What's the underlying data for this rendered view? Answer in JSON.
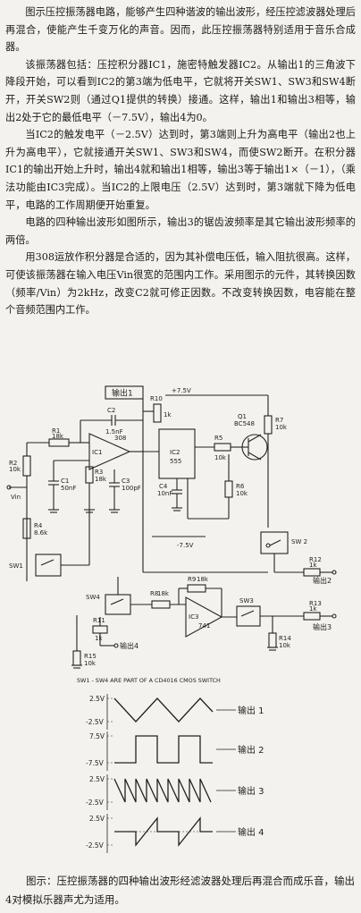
{
  "paragraphs": [
    "图示压控振荡器电路，能够产生四种谐波的输出波形，经压控滤波器处理后再混合，使能产生千变万化的声音。因而，此压控振荡器特别适用于音乐合成器。",
    "该振荡器包括：压控积分器IC1，施密特触发器IC2。从输出1的三角波下降段开始，可以看到IC2的第3端为低电平，它就将开关SW1、SW3和SW4断开，开关SW2则（通过Q1提供的转换）接通。这样，输出1和输出3相等，输出2处于它的最低电平（－7.5V），输出4为0。",
    "当IC2的触发电平（－2.5V）达到时，第3端则上升为高电平（输出2也上升为高电平），它就接通开关SW1、SW3和SW4，而使SW2断开。在积分器IC1的输出开始上升时，输出4就和输出1相等，输出3等于输出1×（－1），（乘法功能由IC3完成）。当IC2的上限电压（2.5V）达到时，第3端就下降为低电平，电路的工作周期便开始重复。",
    "电路的四种输出波形如图所示，输出3的锯齿波频率是其它输出波形频率的两倍。",
    "用308运放作积分器是合适的，因为其补偿电压低，输入阻抗很高。这样，可使该振荡器在输入电压Vin很宽的范围内工作。采用图示的元件，其转换因数（频率/Vin）为2kHz，改变C2就可修正因数。不改变转换因数，电容能在整个音频范围内工作。"
  ],
  "schematic": {
    "labels": {
      "out1_box": "输出1",
      "v_pos": "+7.5V",
      "v_neg": "-7.5V",
      "c2": "C2",
      "c2_val": "1.5nF",
      "r1": "R1",
      "r1_val": "18k",
      "r2": "R2",
      "r2_val": "10k",
      "r3": "R3",
      "r3_val": "18k",
      "r4": "R4",
      "r4_val": "8.6k",
      "r5": "R5",
      "r5_val": "10k",
      "r6": "R6",
      "r6_val": "10k",
      "r7": "R7",
      "r7_val": "10k",
      "r8": "R8",
      "r8_val": "18k",
      "r9": "R9",
      "r9_val": "18k",
      "r10": "R10",
      "r10_val": "1k",
      "r11": "R11",
      "r11_val": "1k",
      "r12": "R12",
      "r12_val": "1k",
      "r13": "R13",
      "r13_val": "1k",
      "r14": "R14",
      "r14_val": "10k",
      "r15": "R15",
      "r15_val": "10k",
      "c1": "C1",
      "c1_val": "50nF",
      "c3": "C3",
      "c3_val": "100pF",
      "c4": "C4",
      "c4_val": "10nF",
      "ic1": "IC1",
      "ic1_part": "308",
      "ic2": "IC2",
      "ic2_part": "555",
      "ic3": "IC3",
      "ic3_part": "741",
      "q1": "Q1",
      "q1_part": "BC548",
      "vin": "Vin",
      "sw1": "SW1",
      "sw2": "SW 2",
      "sw3": "SW3",
      "sw4": "SW4",
      "out2_tag": "输出2",
      "out3_tag": "输出3",
      "out4_tag": "输出4",
      "note": "SW1 - SW4 ARE PART OF A CD4016 CMOS SWITCH"
    }
  },
  "waveforms": {
    "rows": [
      {
        "hi": "2.5V",
        "lo": "-2.5V",
        "label": "输出 1"
      },
      {
        "hi": "7.5V",
        "lo": "-7.5V",
        "label": "输出 2"
      },
      {
        "hi": "2.5V",
        "lo": "-2.5V",
        "label": "输出 3"
      },
      {
        "hi": "2.5V",
        "lo": "-2.5V",
        "label": "输出 4"
      }
    ]
  },
  "caption": "图示：压控振荡器的四种输出波形经滤波器处理后再混合而成乐音，输出4对模拟乐器声尤为适用。"
}
